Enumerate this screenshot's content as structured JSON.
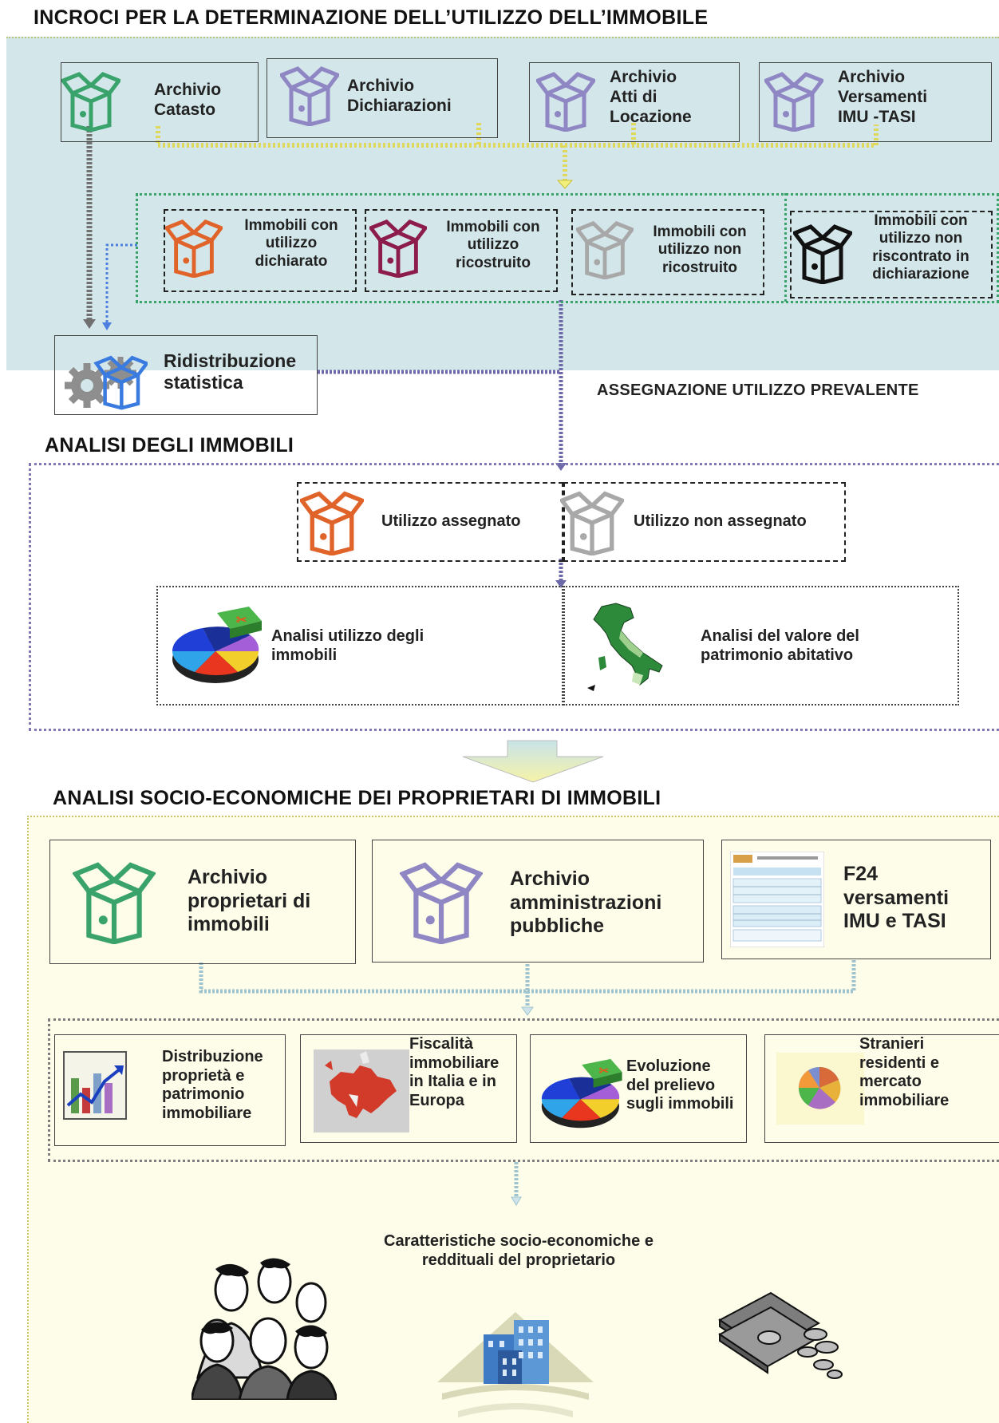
{
  "sections": {
    "s1_title": "INCROCI PER LA DETERMINAZIONE DELL’UTILIZZO DELL’IMMOBILE",
    "s1_footer": "ASSEGNAZIONE UTILIZZO PREVALENTE",
    "s2_title": "ANALISI DEGLI IMMOBILI",
    "s3_title": "ANALISI SOCIO-ECONOMICHE DEI PROPRIETARI DI IMMOBILI"
  },
  "archives": [
    {
      "line1": "Archivio",
      "line2": "Catasto",
      "line3": "",
      "color": "#3aa36b"
    },
    {
      "line1": "Archivio",
      "line2": "Dichiarazioni",
      "line3": "",
      "color": "#8f86c4"
    },
    {
      "line1": "Archivio",
      "line2": "Atti di",
      "line3": "Locazione",
      "color": "#8f86c4"
    },
    {
      "line1": "Archivio",
      "line2": "Versamenti",
      "line3": "IMU -TASI",
      "color": "#8f86c4"
    }
  ],
  "usage": [
    {
      "l1": "Immobili con",
      "l2": "utilizzo",
      "l3": "dichiarato",
      "l4": "",
      "color": "#e0632a"
    },
    {
      "l1": "Immobili con",
      "l2": "utilizzo",
      "l3": "ricostruito",
      "l4": "",
      "color": "#8c1c4c"
    },
    {
      "l1": "Immobili con",
      "l2": "utilizzo non",
      "l3": "ricostruito",
      "l4": "",
      "color": "#a8a8a8"
    },
    {
      "l1": "Immobili con",
      "l2": "utilizzo non",
      "l3": "riscontrato in",
      "l4": "dichiarazione",
      "color": "#111111"
    }
  ],
  "redistribution": {
    "l1": "Ridistribuzione",
    "l2": "statistica"
  },
  "assignment": {
    "assigned": "Utilizzo assegnato",
    "not_assigned": "Utilizzo non assegnato"
  },
  "analysis": {
    "usage_l1": "Analisi utilizzo degli",
    "usage_l2": "immobili",
    "value_l1": "Analisi del valore del",
    "value_l2": "patrimonio abitativo"
  },
  "sources": [
    {
      "l1": "Archivio",
      "l2": "proprietari di",
      "l3": "immobili",
      "color": "#3aa36b"
    },
    {
      "l1": "Archivio",
      "l2": "amministrazioni",
      "l3": "pubbliche",
      "color": "#8f86c4"
    },
    {
      "l1": "F24",
      "l2": "versamenti",
      "l3": "IMU e TASI",
      "color": ""
    }
  ],
  "outputs": [
    {
      "l1": "Distribuzione",
      "l2": "proprietà e",
      "l3": "patrimonio",
      "l4": "immobiliare"
    },
    {
      "l1": "Fiscalità",
      "l2": "immobiliare",
      "l3": "in Italia e in",
      "l4": "Europa"
    },
    {
      "l1": "Evoluzione",
      "l2": "del prelievo",
      "l3": "sugli immobili",
      "l4": ""
    },
    {
      "l1": "Stranieri",
      "l2": "residenti e",
      "l3": "mercato",
      "l4": "immobiliare"
    }
  ],
  "final": {
    "l1": "Caratteristiche socio-economiche e",
    "l2": "reddituali del proprietario"
  },
  "colors": {
    "panel_blue": "#d3e7ea",
    "panel_yellow": "#fefde9",
    "connector_yellow": "#e0d85a",
    "connector_gray": "#777777",
    "connector_blue": "#4d7fe0",
    "connector_purple": "#6d68a8",
    "green_group": "#3aa36b"
  }
}
